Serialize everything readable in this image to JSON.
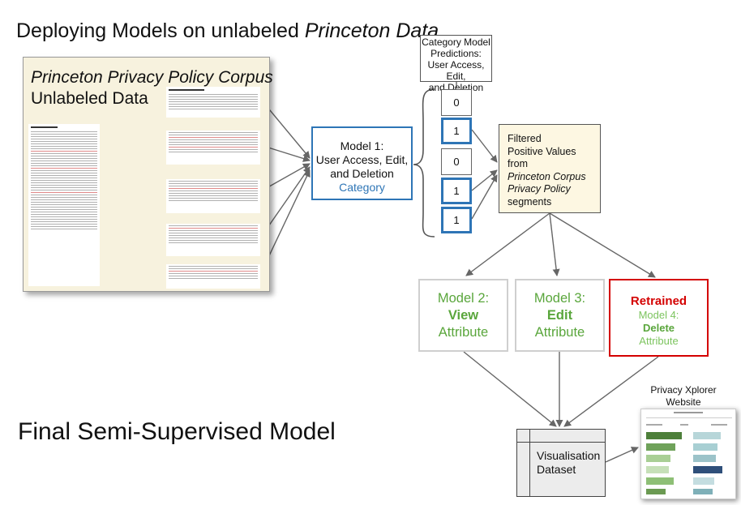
{
  "title": {
    "plain": "Deploying Models on unlabeled ",
    "italic": "Princeton Data"
  },
  "corpus": {
    "title": "Princeton Privacy Policy Corpus",
    "subtitle": "Unlabeled Data"
  },
  "category_box": {
    "lines": [
      "Category Model",
      "Predictions:",
      "User Access, Edit,",
      "and Deletion"
    ]
  },
  "model1": {
    "line1": "Model 1:",
    "line2": "User Access, Edit,",
    "line3": "and Deletion",
    "line4": "Category"
  },
  "predictions": [
    "0",
    "1",
    "0",
    "1",
    "1"
  ],
  "filtered": {
    "line1": "Filtered",
    "line2": "Positive Values",
    "line3": "from",
    "line4": "Princeton Corpus",
    "line5": "Privacy Policy",
    "line6": "segments"
  },
  "model2": {
    "name": "Model 2:",
    "attr": "View",
    "suffix": "Attribute"
  },
  "model3": {
    "name": "Model 3:",
    "attr": "Edit",
    "suffix": "Attribute"
  },
  "model4": {
    "tag": "Retrained",
    "name": "Model 4:",
    "attr": "Delete",
    "suffix": "Attribute"
  },
  "final_label": "Final Semi-Supervised Model",
  "dataset": {
    "line1": "Visualisation",
    "line2": "Dataset"
  },
  "website": {
    "line1": "Privacy Xplorer",
    "line2": "Website"
  },
  "colors": {
    "blue": "#2e75b6",
    "green": "#5aa63c",
    "red": "#d40000",
    "cream": "#f7f2de"
  }
}
